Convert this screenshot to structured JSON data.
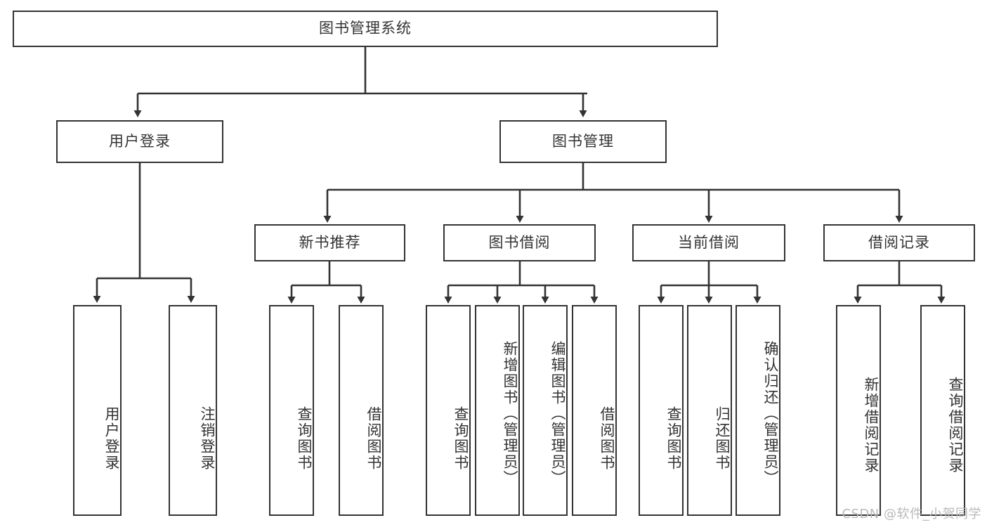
{
  "diagram": {
    "title": "图书管理系统",
    "type": "tree-hierarchy-diagram",
    "watermark": "CSDN @软件_小贺同学",
    "colors": {
      "stroke": "#333333",
      "fill": "#ffffff",
      "text": "#333333",
      "watermark": "#b9b9b9"
    },
    "root": {
      "label": "图书管理系统"
    },
    "level1": [
      {
        "label": "用户登录"
      },
      {
        "label": "图书管理"
      }
    ],
    "level2": [
      {
        "label": "新书推荐"
      },
      {
        "label": "图书借阅"
      },
      {
        "label": "当前借阅"
      },
      {
        "label": "借阅记录"
      }
    ],
    "leaves": {
      "user_login": [
        {
          "label": "用户登录"
        },
        {
          "label": "注销登录"
        }
      ],
      "new_book_recommend": [
        {
          "label": "查询图书"
        },
        {
          "label": "借阅图书"
        }
      ],
      "book_borrow": [
        {
          "label": "查询图书"
        },
        {
          "label": "新增图书（管理员）"
        },
        {
          "label": "编辑图书（管理员）"
        },
        {
          "label": "借阅图书"
        }
      ],
      "current_borrow": [
        {
          "label": "查询图书"
        },
        {
          "label": "归还图书"
        },
        {
          "label": "确认归还（管理员）"
        }
      ],
      "borrow_record": [
        {
          "label": "新增借阅记录"
        },
        {
          "label": "查询借阅记录"
        }
      ]
    }
  }
}
